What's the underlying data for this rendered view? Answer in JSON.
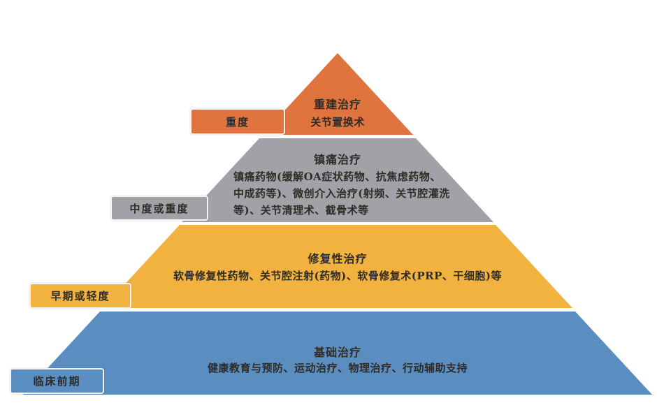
{
  "diagram": {
    "subject": "OA-treatment-pyramid",
    "background_color": "#ffffff",
    "text_color": "#2f2b26",
    "levels": [
      {
        "stage_label": "重度",
        "title": "重建治疗",
        "body_lines": [
          "关节置换术"
        ],
        "color": "#e0743e"
      },
      {
        "stage_label": "中度或重度",
        "title": "镇痛治疗",
        "body_lines": [
          "镇痛药物(缓解OA症状药物、抗焦虑药物、",
          "中成药等)、微创介入治疗(射频、关节腔灌洗",
          "等)、关节清理术、截骨术等"
        ],
        "color": "#a0a2a8"
      },
      {
        "stage_label": "早期或轻度",
        "title": "修复性治疗",
        "body_lines": [
          "软骨修复性药物、关节腔注射(药物)、软骨修复术(PRP、干细胞)等"
        ],
        "color": "#f1b240"
      },
      {
        "stage_label": "临床前期",
        "title": "基础治疗",
        "body_lines": [
          "健康教育与预防、运动治疗、物理治疗、行动辅助支持"
        ],
        "color": "#5a8dc0"
      }
    ]
  }
}
